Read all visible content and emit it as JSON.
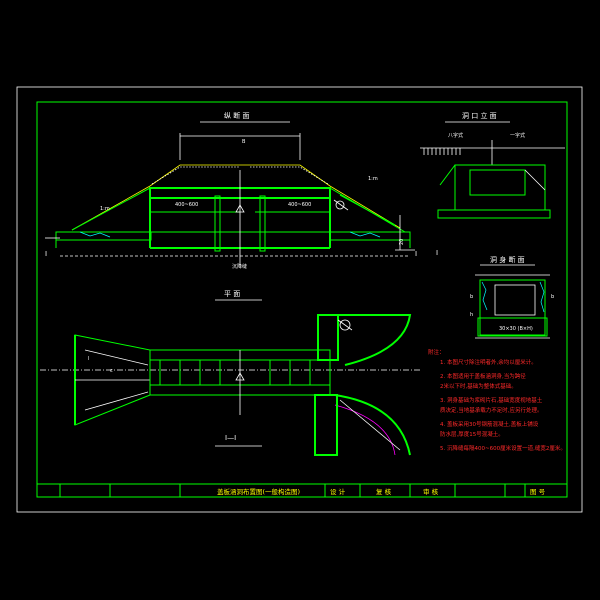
{
  "drawing": {
    "view_titles": {
      "longitudinal": "纵 断 面",
      "portal": "洞 口 立 面",
      "plan": "平 面",
      "section_detail": "洞 身 断 面",
      "section_mark": "I—I"
    },
    "portal_labels": {
      "left": "八字式",
      "right": "一字式"
    },
    "dim_labels": {
      "B": "B",
      "length_left": "400~600",
      "length_right": "400~600",
      "settlement_joint": "沉降缝",
      "section_marker_left": "I",
      "section_marker_right": "I",
      "l": "l",
      "c": "c",
      "slope_left": "1:m",
      "slope_right": "1:m",
      "b": "b",
      "a": "a",
      "h": "h",
      "t": "t",
      "section_base": "30×30 (B×H)"
    },
    "notes": {
      "header": "附注：",
      "items": [
        "1. 本图尺寸除注明者外,余均以厘米计。",
        "2. 本图适用于盖板涵洞身,当为跨径",
        "   2米以下时,基础为整体式基础。",
        "3. 洞身基础为浆砌片石,基础宽度视地基土",
        "   质决定,当地基承载力不足时,应另行处理。",
        "4. 盖板采用30号钢筋混凝土,盖板上铺设",
        "   防水层,厚度15号混凝土。",
        "5. 沉降缝每隔400~600厘米设置一道,缝宽2厘米。"
      ]
    },
    "title_block": {
      "title": "盖板涵洞布置图(一般构造图)",
      "design": "设 计",
      "review": "复 核",
      "approve": "审 核",
      "sheet": "图 号"
    }
  }
}
